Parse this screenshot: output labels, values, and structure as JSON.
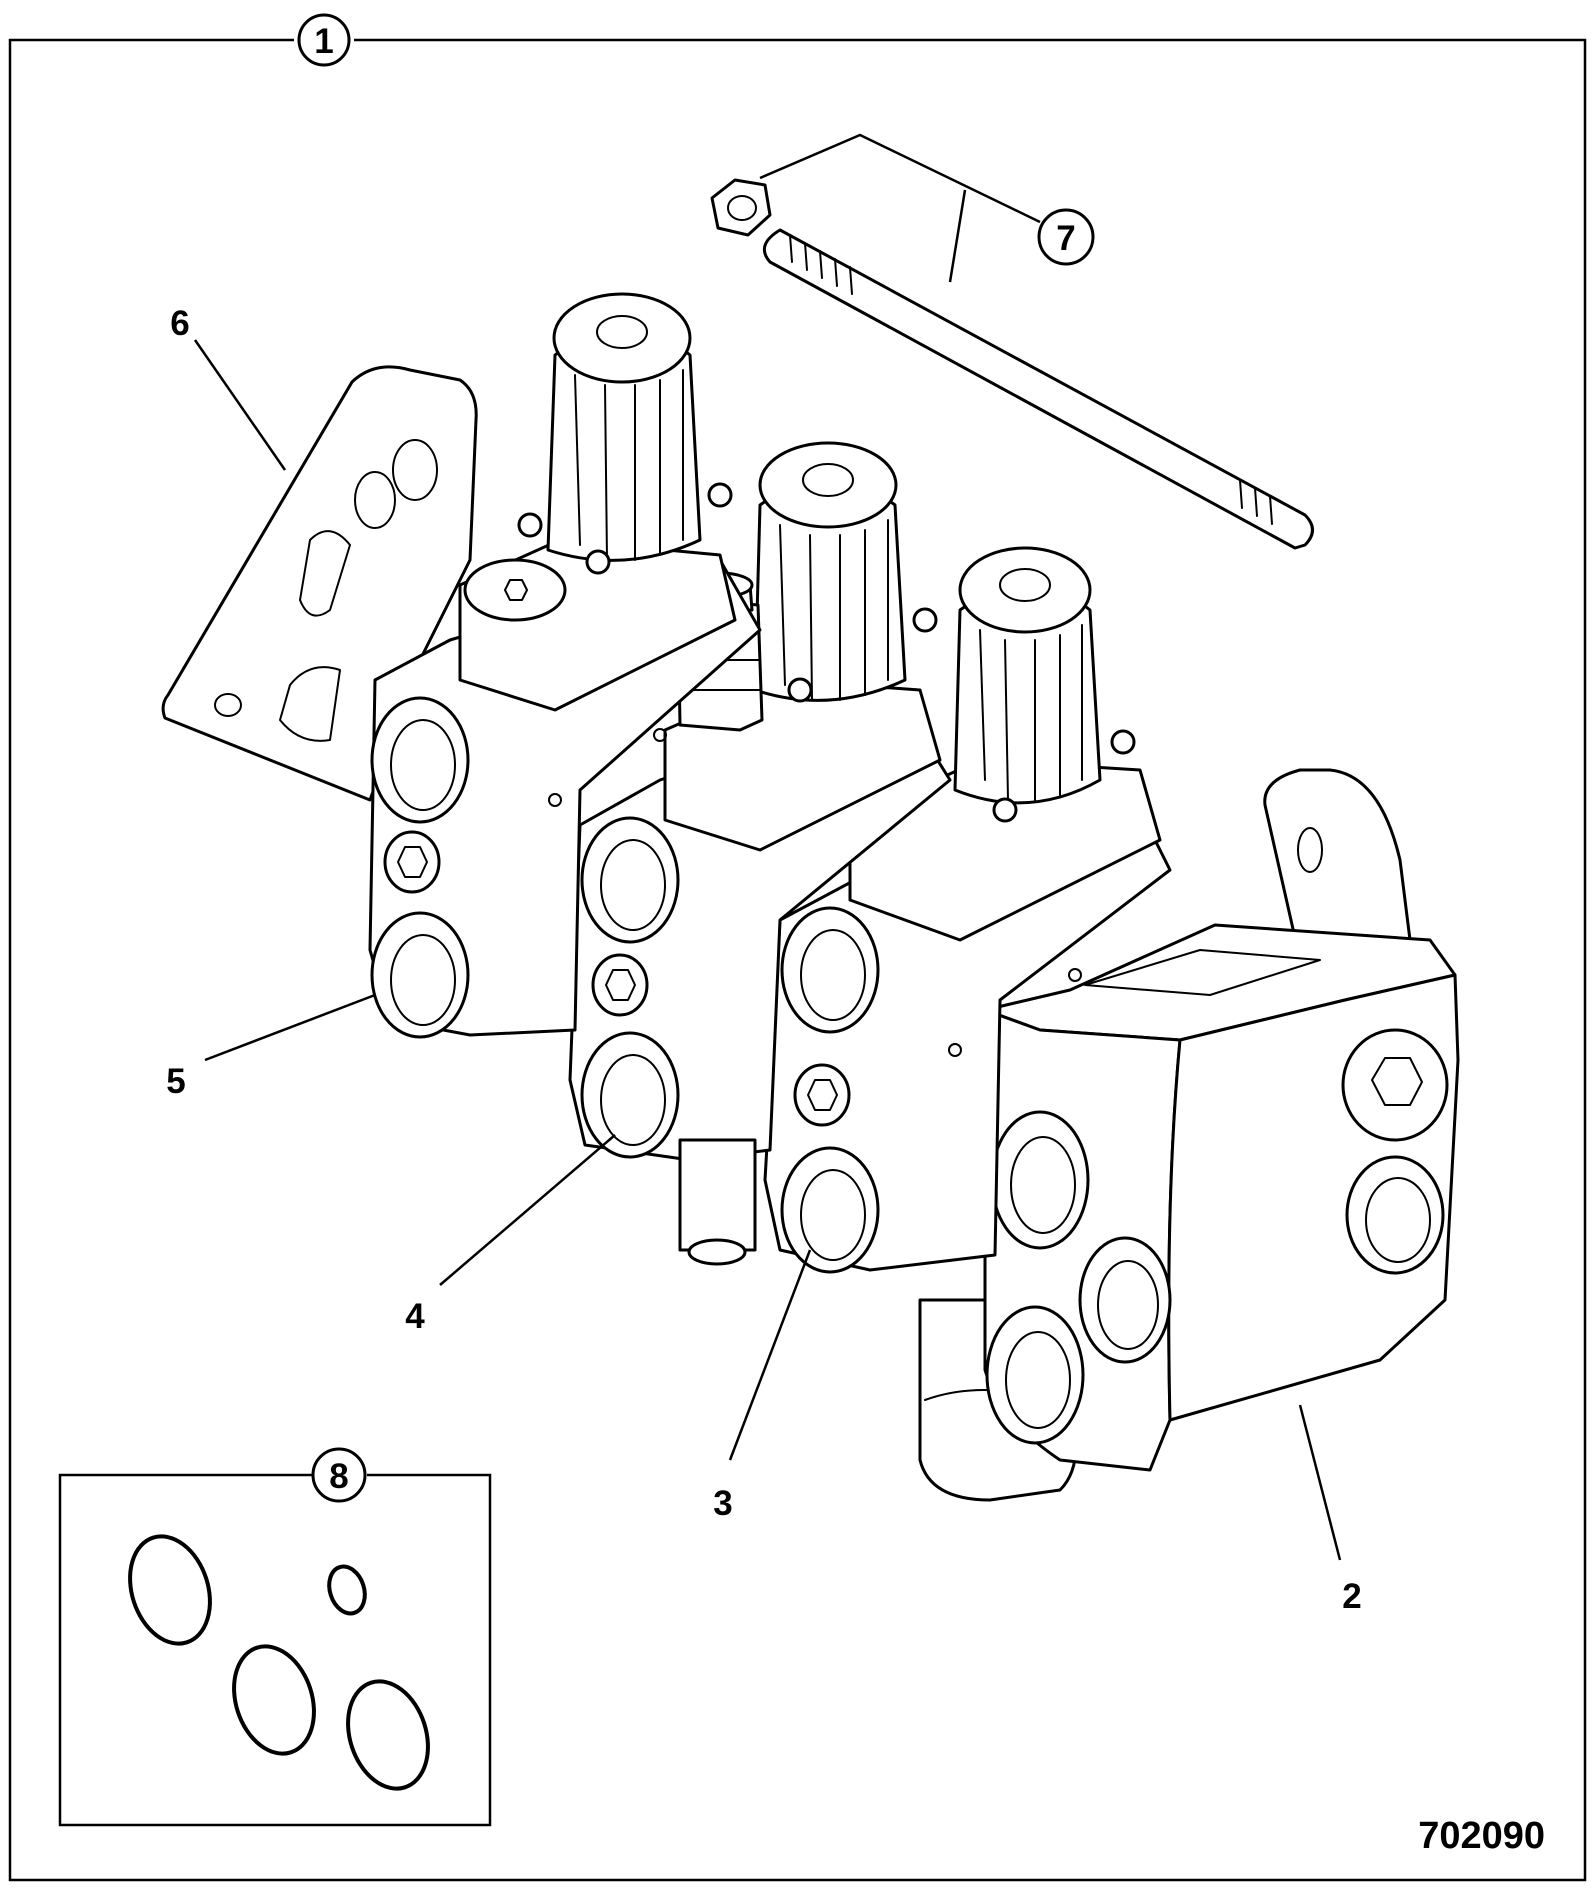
{
  "figure": {
    "callouts": {
      "c1": "1",
      "c2": "2",
      "c3": "3",
      "c4": "4",
      "c5": "5",
      "c6": "6",
      "c7": "7",
      "c8": "8"
    },
    "drawing_number": "702090"
  }
}
